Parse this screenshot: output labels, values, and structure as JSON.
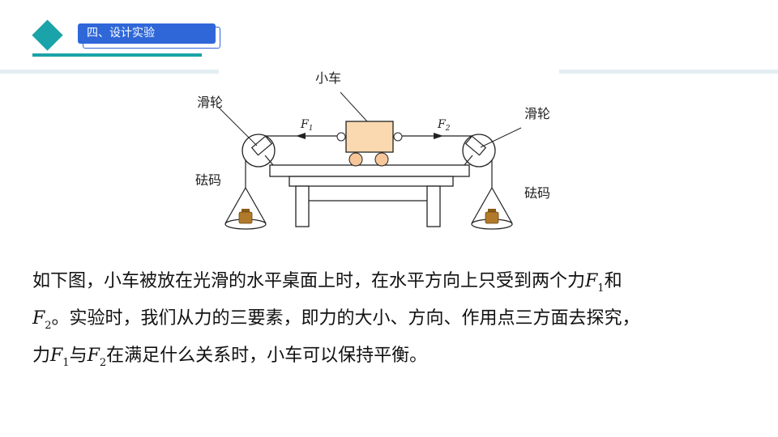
{
  "header": {
    "section_title": "四、设计实验"
  },
  "figure": {
    "labels": {
      "cart": "小车",
      "pulley_left": "滑轮",
      "pulley_right": "滑轮",
      "weight_left": "砝码",
      "weight_right": "砝码",
      "force_left": "F",
      "force_left_sub": "1",
      "force_right": "F",
      "force_right_sub": "2"
    }
  },
  "paragraph": {
    "line1": "如下图，小车被放在光滑的水平桌面上时，在水平方向上只受到两个力",
    "f1": "F",
    "f1_sub": "1",
    "line1_end": "和",
    "f2_start": "F",
    "f2_start_sub": "2",
    "line2": "。实验时，我们从力的三要素，即力的大小、方向、作用点三方面去探究，",
    "line3_start": "力",
    "f1b": "F",
    "f1b_sub": "1",
    "line3_mid": "与",
    "f2b": "F",
    "f2b_sub": "2",
    "line3_end": "在满足什么关系时，小车可以保持平衡。"
  },
  "colors": {
    "accent_teal": "#1aa3a8",
    "header_blue": "#2f67d8",
    "divider": "#e3eef2",
    "cart_fill": "#fbd9b0",
    "weight_fill": "#b07a2a"
  }
}
